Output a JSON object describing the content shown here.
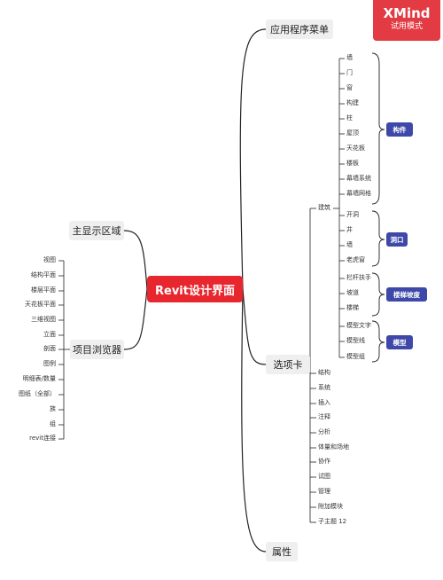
{
  "brand": {
    "name": "XMind",
    "mode": "试用模式"
  },
  "center": "Revit设计界面",
  "main": {
    "app_menu": "应用程序菜单",
    "tabs": "选项卡",
    "properties": "属性",
    "display_area": "主显示区域",
    "browser": "项目浏览器"
  },
  "browser_items": [
    "视图",
    "结构平面",
    "楼层平面",
    "天花板平面",
    "三维视图",
    "立面",
    "剖面",
    "图例",
    "明细表/数量",
    "图纸（全部）",
    "族",
    "组",
    "revit连接"
  ],
  "arch_label": "建筑",
  "arch_items": [
    "墙",
    "门",
    "窗",
    "构建",
    "柱",
    "屋顶",
    "天花板",
    "楼板",
    "幕墙系统",
    "幕墙网格",
    "开洞",
    "井",
    "墙",
    "老虎窗",
    "栏杆扶手",
    "坡道",
    "楼梯",
    "模型文字",
    "模型线",
    "模型组"
  ],
  "groups": [
    "构件",
    "洞口",
    "楼梯坡度",
    "模型"
  ],
  "tab_items": [
    "结构",
    "系统",
    "插入",
    "注释",
    "分析",
    "体量和场地",
    "协作",
    "试图",
    "管理",
    "附加模块",
    "子主题 12"
  ]
}
